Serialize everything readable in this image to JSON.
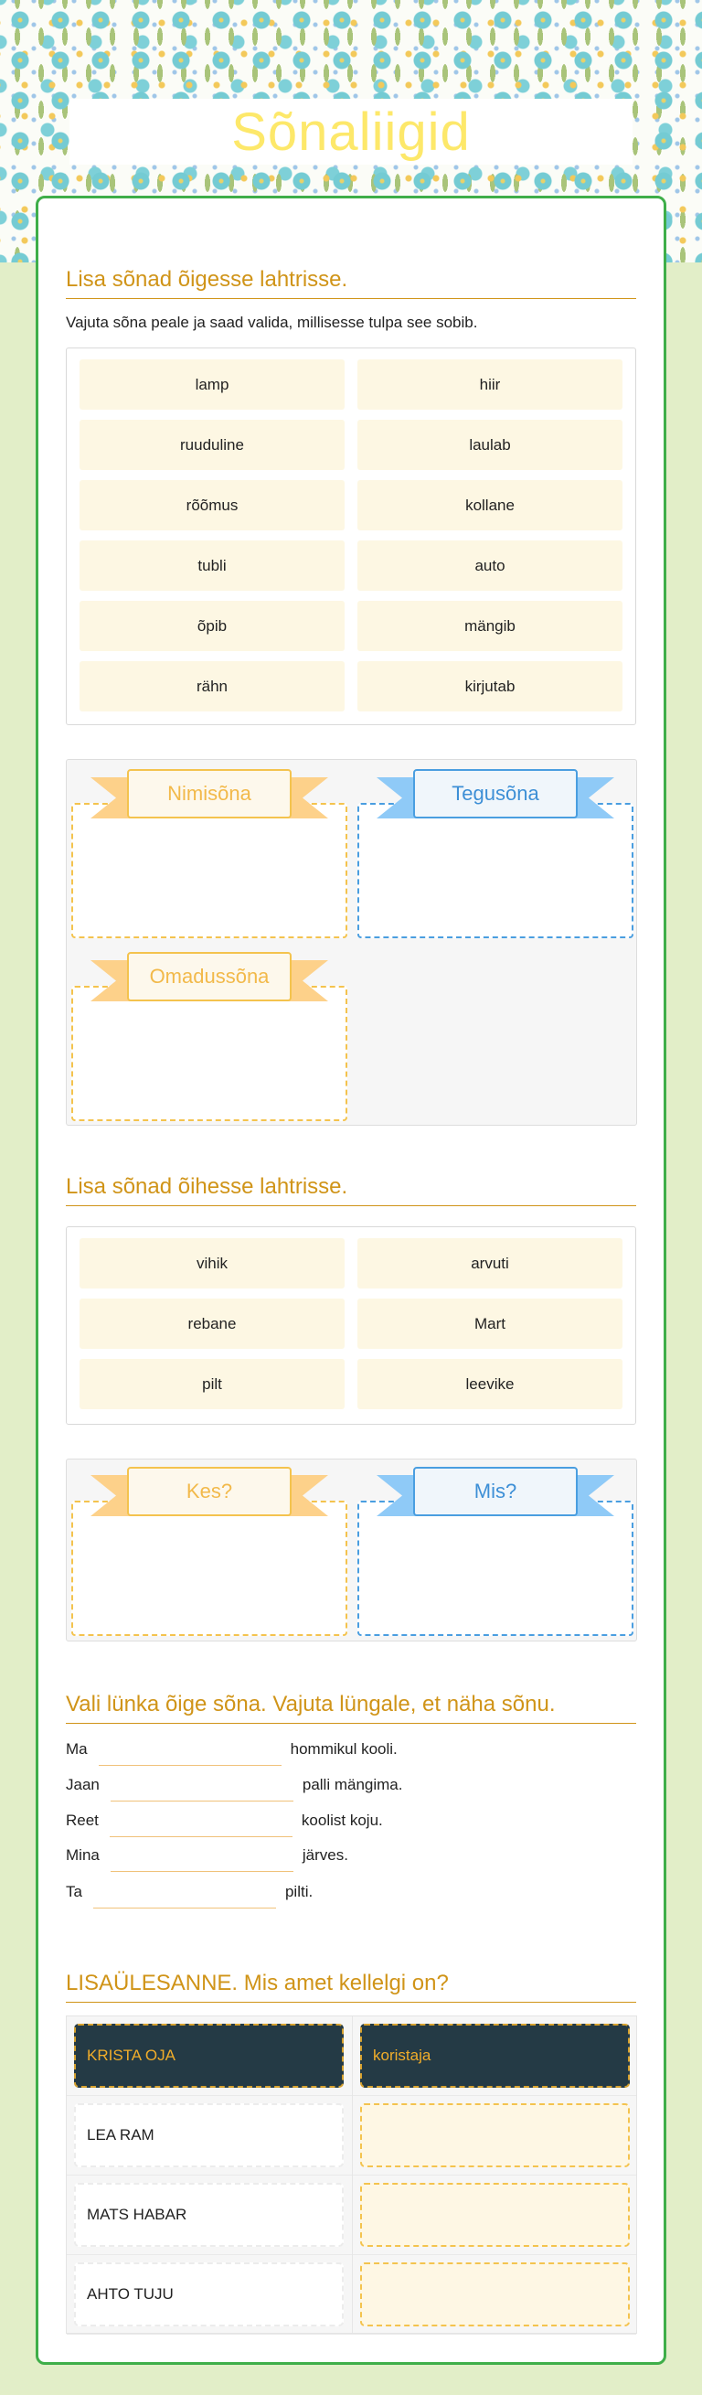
{
  "header": {
    "title": "Sõnaliigid"
  },
  "section1": {
    "heading": "Lisa sõnad õigesse lahtrisse.",
    "instruction": "Vajuta sõna peale ja saad valida, millisesse tulpa see sobib.",
    "words": [
      "lamp",
      "hiir",
      "ruuduline",
      "laulab",
      "rõõmus",
      "kollane",
      "tubli",
      "auto",
      "õpib",
      "mängib",
      "rähn",
      "kirjutab"
    ],
    "categories": [
      {
        "label": "Nimisõna",
        "color": "#f4c34e"
      },
      {
        "label": "Tegusõna",
        "color": "#4a9ee0"
      },
      {
        "label": "Omadussõna",
        "color": "#f4c34e"
      }
    ]
  },
  "section2": {
    "heading": "Lisa sõnad õihesse lahtrisse.",
    "words": [
      "vihik",
      "arvuti",
      "rebane",
      "Mart",
      "pilt",
      "leevike"
    ],
    "categories": [
      {
        "label": "Kes?",
        "color": "#f4c34e"
      },
      {
        "label": "Mis?",
        "color": "#4a9ee0"
      }
    ]
  },
  "section3": {
    "heading": "Vali lünka õige sõna. Vajuta lüngale, et näha sõnu.",
    "sentences": [
      {
        "before": "Ma",
        "after": "hommikul kooli."
      },
      {
        "before": "Jaan",
        "after": "palli mängima."
      },
      {
        "before": "Reet",
        "after": "koolist koju."
      },
      {
        "before": "Mina",
        "after": "järves."
      },
      {
        "before": "Ta",
        "after": "pilti."
      }
    ]
  },
  "section4": {
    "heading": "LISAÜLESANNE.  Mis amet kellelgi on?",
    "header_row": {
      "name": "KRISTA OJA",
      "job": "koristaja"
    },
    "rows": [
      {
        "name": "LEA RAM"
      },
      {
        "name": "MATS HABAR"
      },
      {
        "name": "AHTO TUJU"
      }
    ]
  },
  "colors": {
    "accent": "#d09418",
    "card_border": "#3fae49",
    "title": "#fde86a"
  }
}
